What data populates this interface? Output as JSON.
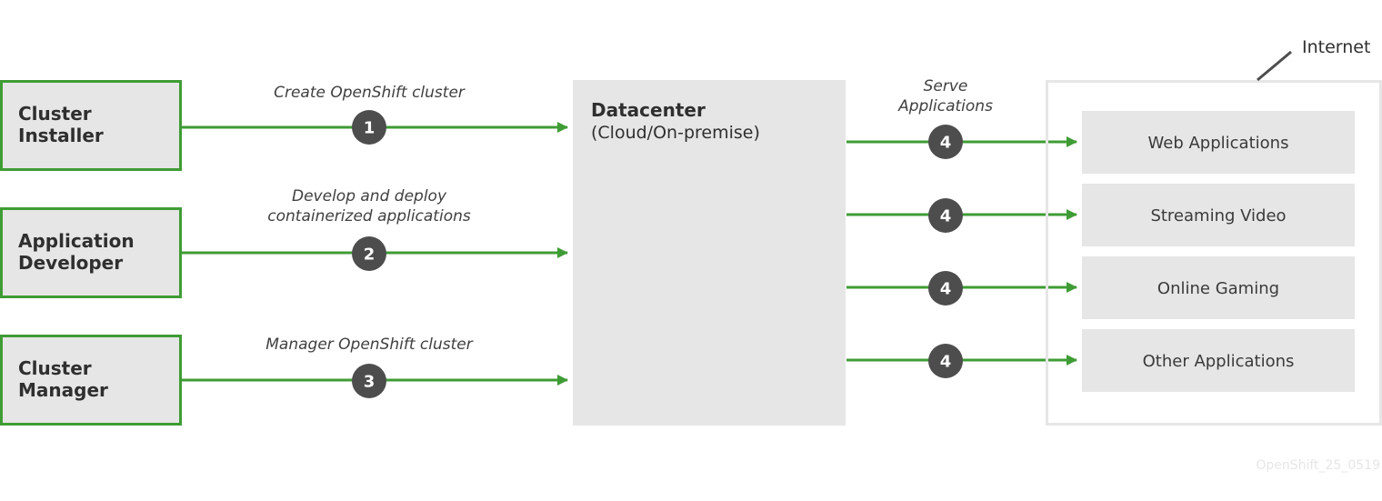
{
  "colors": {
    "arrow": "#3f9c35",
    "role_border": "#3f9c35",
    "box_fill": "#e6e6e6",
    "badge_fill": "#4d4d4d",
    "internet_border": "#e6e6e6"
  },
  "roles": [
    {
      "line1": "Cluster",
      "line2": "Installer"
    },
    {
      "line1": "Application",
      "line2": "Developer"
    },
    {
      "line1": "Cluster",
      "line2": "Manager"
    }
  ],
  "actions": [
    {
      "line1": "Create OpenShift cluster",
      "line2": "",
      "number": "1"
    },
    {
      "line1": "Develop and deploy",
      "line2": "containerized applications",
      "number": "2"
    },
    {
      "line1": "Manager OpenShift cluster",
      "line2": "",
      "number": "3"
    }
  ],
  "datacenter": {
    "title": "Datacenter",
    "subtitle": "(Cloud/On-premise)"
  },
  "serve": {
    "line1": "Serve",
    "line2": "Applications",
    "number": "4"
  },
  "internet": {
    "label": "Internet",
    "apps": [
      "Web Applications",
      "Streaming Video",
      "Online Gaming",
      "Other Applications"
    ]
  },
  "footer": {
    "watermark": "OpenShift_25_0519"
  }
}
